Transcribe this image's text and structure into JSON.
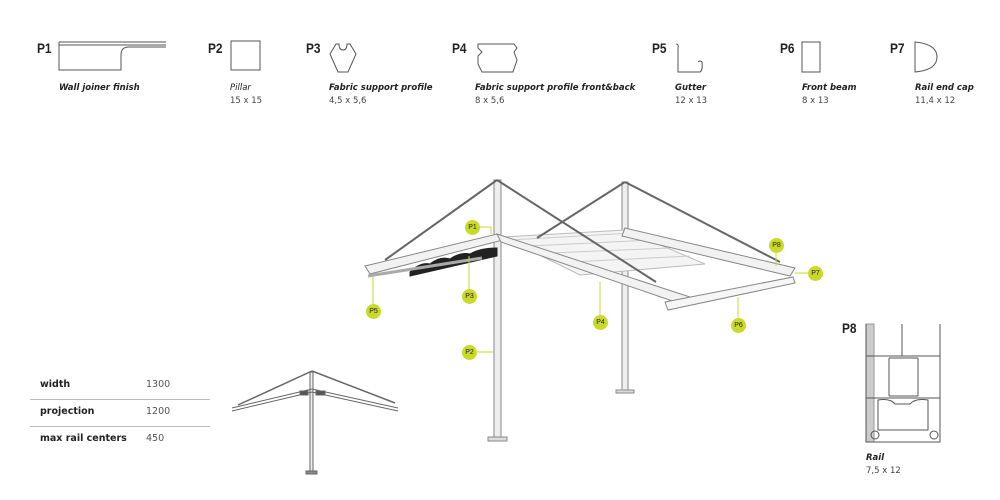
{
  "profiles": [
    {
      "code": "P1",
      "name": "Wall joiner finish",
      "dims": ""
    },
    {
      "code": "P2",
      "name": "Pillar",
      "dims": "15 x 15"
    },
    {
      "code": "P3",
      "name": "Fabric support profile",
      "dims": "4,5 x 5,6"
    },
    {
      "code": "P4",
      "name": "Fabric support profile front&back",
      "dims": "8 x 5,6"
    },
    {
      "code": "P5",
      "name": "Gutter",
      "dims": "12 x 13"
    },
    {
      "code": "P6",
      "name": "Front beam",
      "dims": "8 x 13"
    },
    {
      "code": "P7",
      "name": "Rail end cap",
      "dims": "11,4 x 12"
    },
    {
      "code": "P8",
      "name": "Rail",
      "dims": "7,5 x 12"
    }
  ],
  "specs": [
    {
      "label": "width",
      "value": "1300"
    },
    {
      "label": "projection",
      "value": "1200"
    },
    {
      "label": "max rail centers",
      "value": "450"
    }
  ],
  "callouts": [
    "P1",
    "P2",
    "P3",
    "P4",
    "P5",
    "P6",
    "P7",
    "P8"
  ],
  "colors": {
    "callout": "#c9da2b",
    "line": "#555555"
  }
}
